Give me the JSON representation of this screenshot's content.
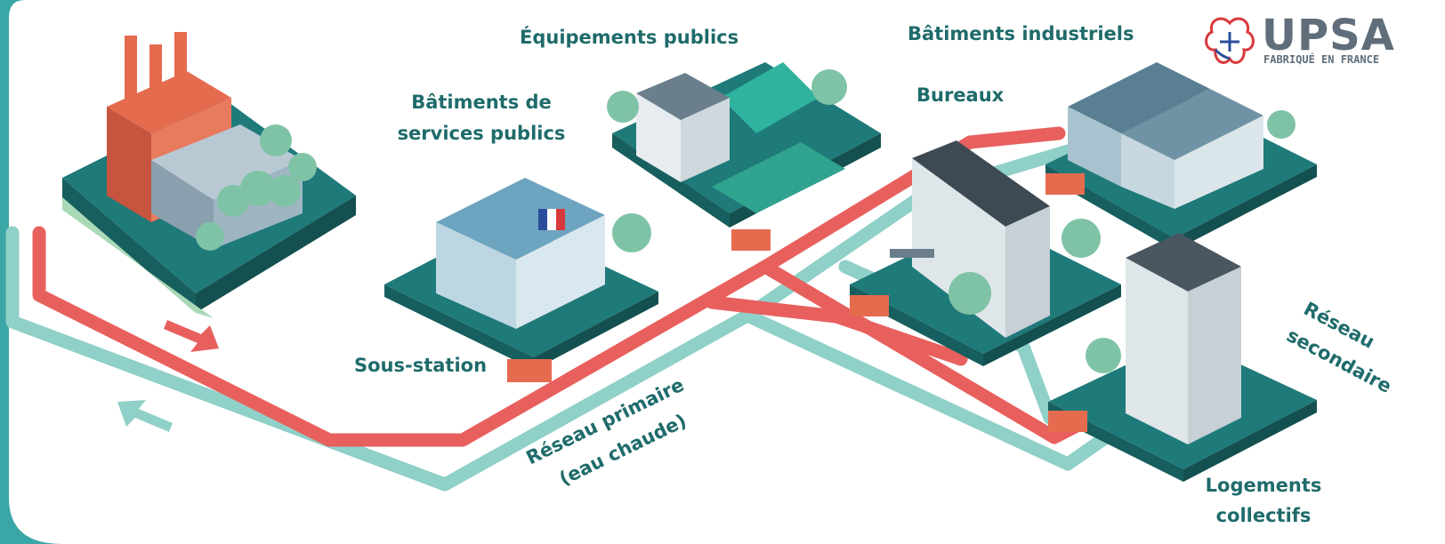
{
  "labels": {
    "equipements": "Équipements publics",
    "industriels": "Bâtiments industriels",
    "services_l1": "Bâtiments de",
    "services_l2": "services publics",
    "bureaux": "Bureaux",
    "sous_station": "Sous-station",
    "reseau_primaire_l1": "Réseau primaire",
    "reseau_primaire_l2": "(eau chaude)",
    "reseau_secondaire_l1": "Réseau",
    "reseau_secondaire_l2": "secondaire",
    "logements_l1": "Logements",
    "logements_l2": "collectifs"
  },
  "logo": {
    "name": "UPSA",
    "tagline": "FABRIQUÉ EN FRANCE"
  },
  "colors": {
    "frame": "#3aa6a6",
    "background": "#ffffff",
    "hot_pipe": "#e8605e",
    "return_pipe": "#8fd0c8",
    "platform": "#1f7a7a",
    "label_text": "#1f6b6b",
    "building_facade": "#cfd8dc",
    "tree": "#7fc3a6"
  }
}
